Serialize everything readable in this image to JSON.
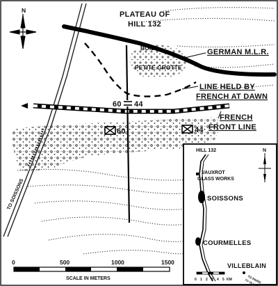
{
  "map": {
    "plateau_label": [
      "PLATEAU OF",
      "HILL 132"
    ],
    "bois_label": [
      "BOIS",
      "PETITE GROTTE"
    ],
    "german_mlr": "GERMAN M.L.R.",
    "line_held": [
      "LINE HELD BY",
      "FRENCH AT DAWN"
    ],
    "french_front": [
      "FRENCH",
      "FRONT LINE"
    ],
    "boundary_left": "60",
    "boundary_right": "44",
    "unit_left": "60",
    "unit_right": "44",
    "road_label": "TO SOISSONS",
    "north_symbol": "N",
    "scale": {
      "ticks": [
        "0",
        "500",
        "1000",
        "1500"
      ],
      "caption": "SCALE IN METERS"
    }
  },
  "inset": {
    "hill_label": "HILL 132",
    "vauxrot_label": [
      "VAUXROT",
      "GLASS WORKS"
    ],
    "soissons_label": "SOISSONS",
    "courmelles_label": "COURMELLES",
    "villeblain_label": "VILLEBLAIN",
    "paris_label": [
      "TO PARIS",
      "TO VILLERS-COTTERETS"
    ],
    "north_symbol": "N",
    "scale_ticks": [
      "0",
      "1",
      "2",
      "3",
      "4",
      "5",
      "KM"
    ]
  }
}
